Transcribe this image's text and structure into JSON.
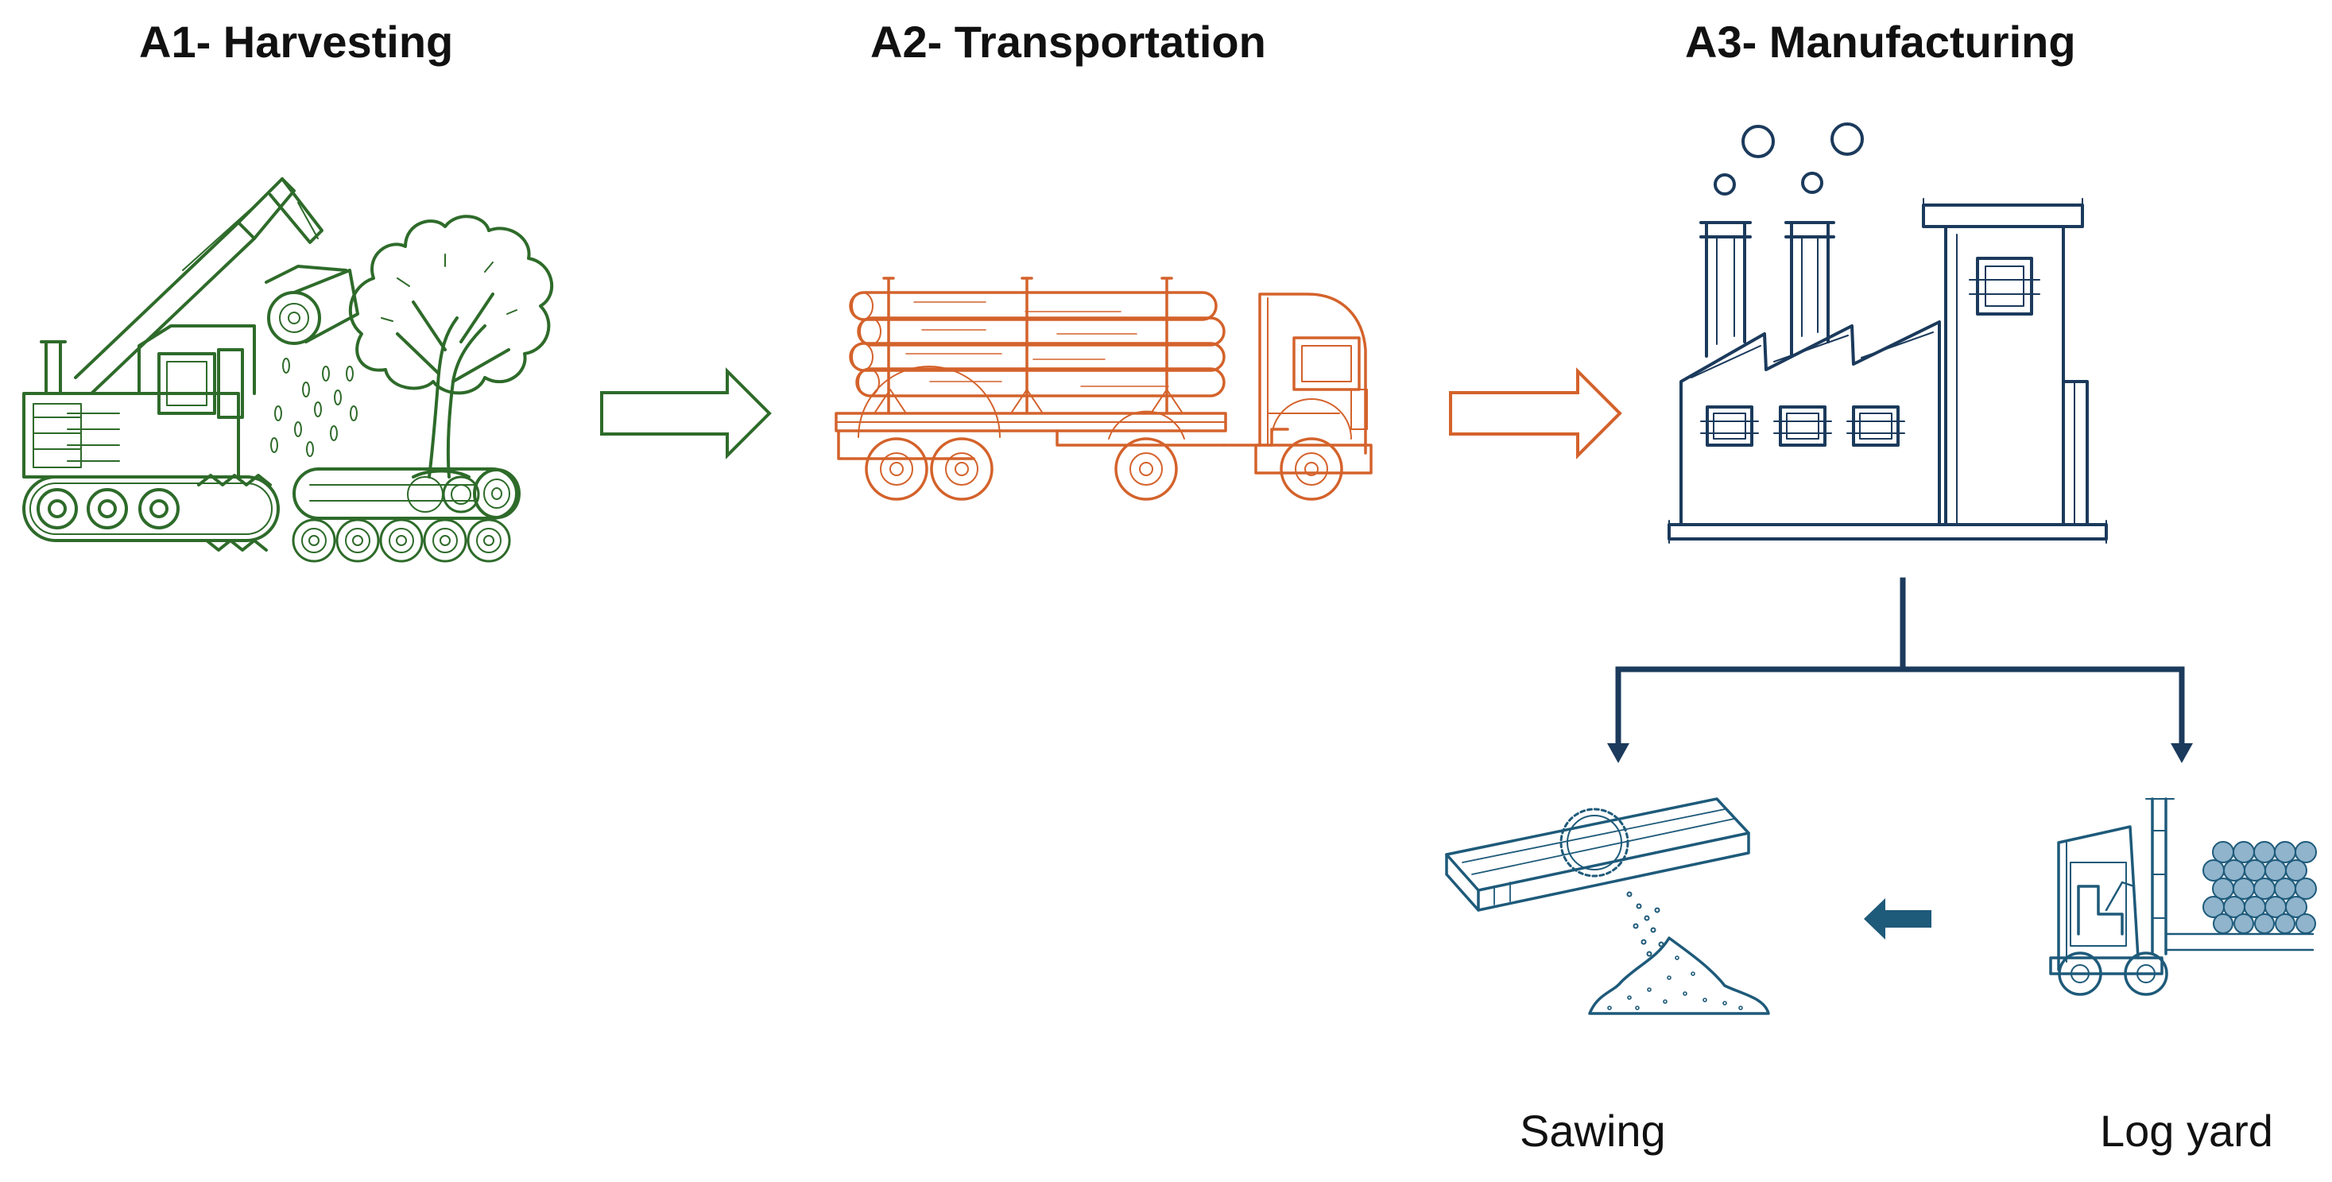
{
  "stages": {
    "a1": {
      "title": "A1- Harvesting"
    },
    "a2": {
      "title": "A2- Transportation"
    },
    "a3": {
      "title": "A3- Manufacturing"
    }
  },
  "sub_processes": {
    "sawing": {
      "label": "Sawing"
    },
    "log_yard": {
      "label": "Log yard"
    }
  },
  "colors": {
    "harvesting": "#2e6b2a",
    "transportation": "#d4622b",
    "manufacturing": "#1b3a5c",
    "flow_arrow": "#1e5a7a",
    "title_text": "#111111"
  },
  "icons": {
    "harvesting": "harvester-tree-icon",
    "transportation": "log-truck-icon",
    "manufacturing": "factory-icon",
    "sawing": "sawing-plank-icon",
    "log_yard": "forklift-logs-icon"
  }
}
